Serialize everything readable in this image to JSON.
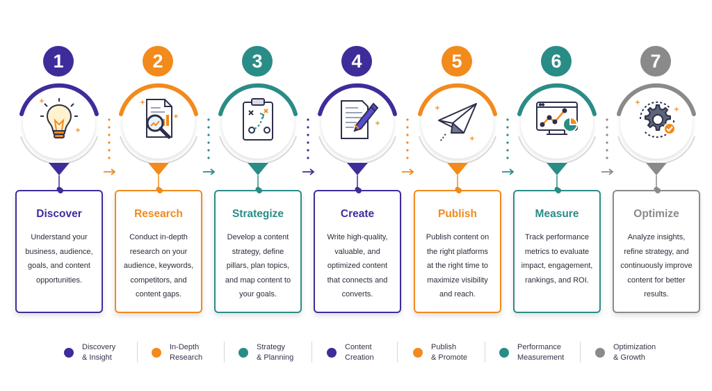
{
  "colors": {
    "purple": "#3e2c9b",
    "orange": "#f28a1c",
    "teal": "#2a8c86",
    "gray": "#8a8a8a",
    "text_dark": "#2b2b3a"
  },
  "steps": [
    {
      "number": "1",
      "title": "Discover",
      "desc_lines": [
        "Understand your",
        "business, audience,",
        "goals, and content",
        "opportunities."
      ],
      "color": "#3e2c9b",
      "icon": "lightbulb-icon"
    },
    {
      "number": "2",
      "title": "Research",
      "desc_lines": [
        "Conduct in-depth",
        "research on your",
        "audience, keywords,",
        "competitors, and",
        "content gaps."
      ],
      "color": "#f28a1c",
      "icon": "magnifier-report-icon"
    },
    {
      "number": "3",
      "title": "Strategize",
      "desc_lines": [
        "Develop a content",
        "strategy, define",
        "pillars, plan topics,",
        "and map content to",
        "your goals."
      ],
      "color": "#2a8c86",
      "icon": "clipboard-strategy-icon"
    },
    {
      "number": "4",
      "title": "Create",
      "desc_lines": [
        "Write high-quality,",
        "valuable, and",
        "optimized content",
        "that connects and",
        "converts."
      ],
      "color": "#3e2c9b",
      "icon": "document-pencil-icon"
    },
    {
      "number": "5",
      "title": "Publish",
      "desc_lines": [
        "Publish content on",
        "the right platforms",
        "at the right time to",
        "maximize visibility",
        "and reach."
      ],
      "color": "#f28a1c",
      "icon": "paper-plane-icon"
    },
    {
      "number": "6",
      "title": "Measure",
      "desc_lines": [
        "Track performance",
        "metrics to evaluate",
        "impact, engagement,",
        "rankings, and ROI."
      ],
      "color": "#2a8c86",
      "icon": "analytics-chart-icon"
    },
    {
      "number": "7",
      "title": "Optimize",
      "desc_lines": [
        "Analyze insights,",
        "refine strategy, and",
        "continuously improve",
        "content for better",
        "results."
      ],
      "color": "#8a8a8a",
      "icon": "gear-check-icon"
    }
  ],
  "legend": [
    {
      "label": "Discovery\n& Insight",
      "color": "#3e2c9b"
    },
    {
      "label": "In-Depth\nResearch",
      "color": "#f28a1c"
    },
    {
      "label": "Strategy\n& Planning",
      "color": "#2a8c86"
    },
    {
      "label": "Content\nCreation",
      "color": "#3e2c9b"
    },
    {
      "label": "Publish\n& Promote",
      "color": "#f28a1c"
    },
    {
      "label": "Performance\nMeasurement",
      "color": "#2a8c86"
    },
    {
      "label": "Optimization\n& Growth",
      "color": "#8a8a8a"
    }
  ]
}
